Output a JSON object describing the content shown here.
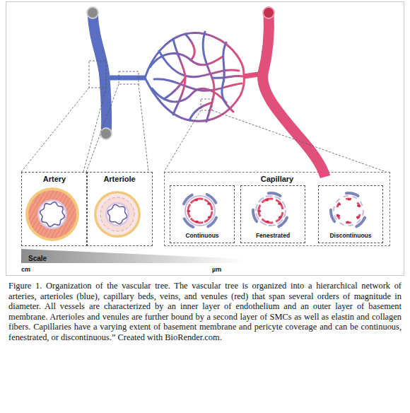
{
  "diagram": {
    "caption": "Figure 1. Organization of the vascular tree. The vascular tree is organized into a hierarchical network of arteries, arterioles (blue), capillary beds, veins, and venules (red) that span several orders of magnitude in diameter. All vessels are characterized by an inner layer of endothelium and an outer layer of basement membrane. Arterioles and venules are further bound by a second layer of SMCs as well as elastin and collagen fibers. Capillaries have a varying extent of basement membrane and pericyte coverage and can be continuous, fenestrated, or discontinuous.” Created with BioRender.com.",
    "nodes": [
      {
        "text": [
          "Artery"
        ]
      },
      {
        "text": [
          "Arteriole"
        ]
      },
      {
        "text": [
          "Capillary"
        ]
      },
      {
        "text": [
          "Continuous"
        ],
        "in": 2
      },
      {
        "text": [
          "Fenestrated"
        ],
        "in": 2
      },
      {
        "text": [
          "Discontinuous"
        ],
        "in": 2
      }
    ],
    "labels": [
      "Scale",
      "cm",
      "µm"
    ]
  }
}
